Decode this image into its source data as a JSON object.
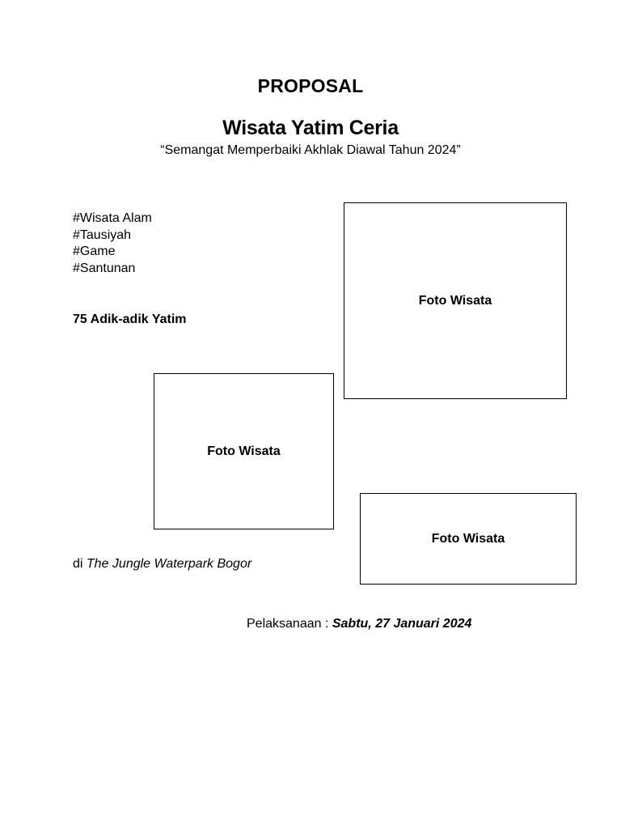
{
  "document": {
    "heading": "PROPOSAL",
    "title": "Wisata Yatim Ceria",
    "tagline": "“Semangat Memperbaiki Akhlak Diawal Tahun 2024”",
    "tags": [
      "#Wisata Alam",
      "#Tausiyah",
      "#Game",
      "#Santunan"
    ],
    "participants": "75 Adik-adik Yatim",
    "photo_placeholders": [
      "Foto Wisata",
      "Foto Wisata",
      "Foto Wisata"
    ],
    "location": {
      "prefix": "di ",
      "place": "The Jungle Waterpark Bogor"
    },
    "schedule": {
      "label": "Pelaksanaan : ",
      "date": "Sabtu, 27 Januari 2024"
    }
  }
}
